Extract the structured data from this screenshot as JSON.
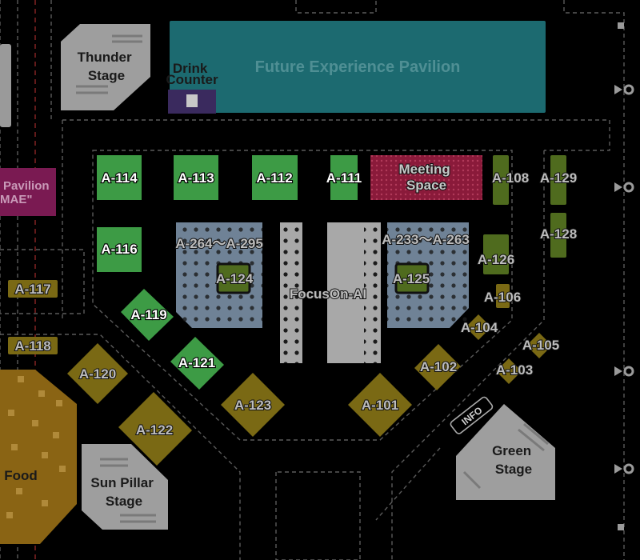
{
  "colors": {
    "green": "#3c9a44",
    "green_dark": "#5a7a22",
    "yellow": "#7a6914",
    "gray": "#b5b5b5",
    "teal": "#1e6f74",
    "magenta": "#8a1a5a",
    "purple": "#3a2a5a",
    "blue_gray": "#7c8ea0",
    "food": "#8a6414",
    "dash": "#6a6a6a",
    "red_dash": "#9a2a2a"
  },
  "stages": {
    "thunder": "Thunder\nStage",
    "sun_pillar": "Sun Pillar\nStage",
    "green": "Green\nStage"
  },
  "pavilions": {
    "future": "Future Experience Pavilion",
    "drink": "Drink\nCounter",
    "left_pavilion_line1": "Pavilion",
    "left_pavilion_line2": "MAE\""
  },
  "areas": {
    "meeting": "Meeting\nSpace",
    "focus": "FocusOn-AI",
    "food": "Food",
    "info": "INFO"
  },
  "booths": {
    "a114": "A-114",
    "a113": "A-113",
    "a112": "A-112",
    "a111": "A-111",
    "a116": "A-116",
    "a108": "A-108",
    "a129": "A-129",
    "a128": "A-128",
    "a126": "A-126",
    "a106": "A-106",
    "a104": "A-104",
    "a105": "A-105",
    "a103": "A-103",
    "a102": "A-102",
    "a101": "A-101",
    "a123": "A-123",
    "a122": "A-122",
    "a121": "A-121",
    "a120": "A-120",
    "a119": "A-119",
    "a117": "A-117",
    "a118": "A-118",
    "a124": "A-124",
    "a125": "A-125",
    "range_left": "A-264～A-295",
    "range_right": "A-233～A-263"
  }
}
